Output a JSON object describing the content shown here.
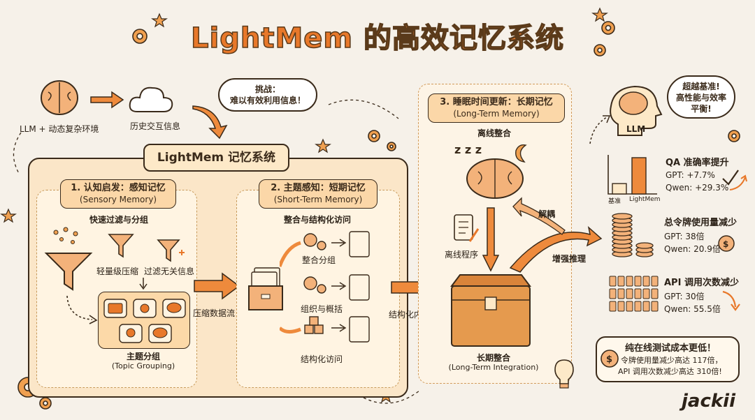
{
  "title": "LightMem 的高效记忆系统",
  "env": {
    "label": "LLM + 动态复杂环境",
    "history": "历史交互信息"
  },
  "challenge": {
    "line1": "挑战：",
    "line2": "难以有效利用信息！"
  },
  "system_title": "LightMem 记忆系统",
  "sensory": {
    "title1": "1. 认知启发：感知记忆",
    "title2": "(Sensory Memory)",
    "subtitle": "快速过滤与分组",
    "light_compress": "轻量级压缩",
    "filter_irrelevant": "过滤无关信息",
    "topic_group1": "主题分组",
    "topic_group2": "(Topic Grouping)"
  },
  "compressed_stream": "压缩数据流",
  "short_term": {
    "title1": "2. 主题感知：短期记忆",
    "title2": "(Short-Term Memory)",
    "subtitle": "整合与结构化访问",
    "item1": "整合分组",
    "item2": "组织与概括",
    "item3": "结构化访问"
  },
  "structured_content": "结构化内容",
  "long_term": {
    "title1": "3. 睡眠时间更新：长期记忆",
    "title2": "(Long-Term Memory)",
    "offline_consolidate": "离线整合",
    "offline_program": "离线程序",
    "integ1": "长期整合",
    "integ2": "(Long-Term Integration)"
  },
  "decouple": "解耦",
  "enhance": "增强推理",
  "llm_head": {
    "label": "LLM",
    "bubble1": "超越基准!",
    "bubble2": "高性能与效率",
    "bubble3": "平衡!"
  },
  "qa": {
    "title": "QA 准确率提升",
    "gpt": "GPT: +7.7%",
    "qwen": "Qwen: +29.3%",
    "bar_base": "基准",
    "bar_light": "LightMem"
  },
  "tokens": {
    "title": "总令牌使用量减少",
    "gpt": "GPT:  38倍",
    "qwen": "Qwen: 20.9倍"
  },
  "api": {
    "title": "API 调用次数减少",
    "gpt": "GPT:  30倍",
    "qwen": "Qwen: 55.5倍"
  },
  "cost": {
    "line1": "纯在线测试成本更低！",
    "line2": "令牌使用量减少高达 117倍，",
    "line3": "API 调用次数减少高达 310倍!"
  },
  "signature": "jackii",
  "colors": {
    "accent": "#e8782a",
    "ink": "#3a2a1a",
    "panel": "#fbe6c8",
    "bg": "#f6f1e9"
  },
  "chart_data": {
    "type": "bar",
    "categories": [
      "基准",
      "LightMem"
    ],
    "values": [
      1,
      3.5
    ],
    "title": "QA 准确率提升",
    "xlabel": "",
    "ylabel": ""
  }
}
